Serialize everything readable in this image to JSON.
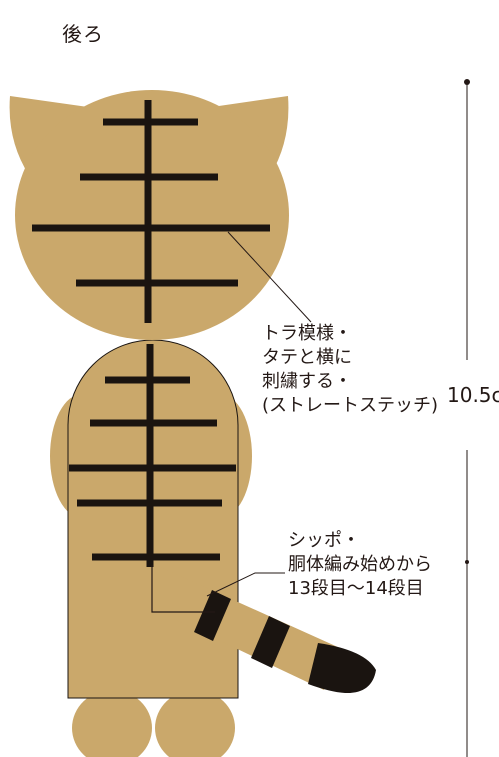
{
  "view_title": "後ろ",
  "colors": {
    "body": "#caa86b",
    "stripe": "#1a1410",
    "line": "#231815"
  },
  "annotations": {
    "stripe_note": [
      "トラ模様・",
      "タテと横に",
      "刺繍する・",
      "(ストレートステッチ)"
    ],
    "tail_note": [
      "シッポ・",
      "胴体編み始めから",
      "13段目〜14段目"
    ]
  },
  "dimension": {
    "label": "10.5c"
  }
}
